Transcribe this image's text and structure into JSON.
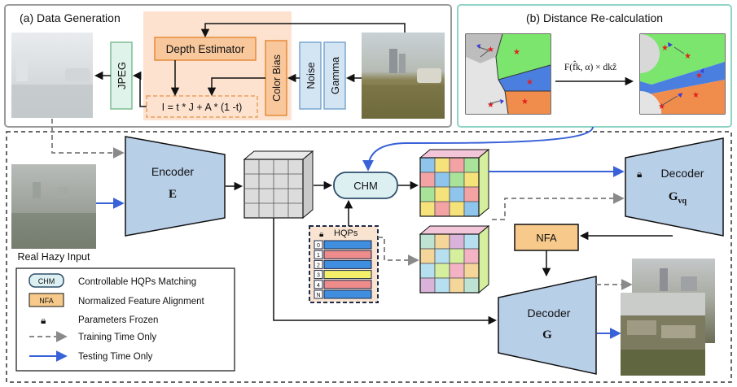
{
  "panels": {
    "data_generation": {
      "title": "(a) Data Generation"
    },
    "distance_recalc": {
      "title": "(b) Distance Re-calculation",
      "formula": "F(f̂k, α) × dkẑ"
    }
  },
  "data_generation": {
    "depth_estimator": "Depth Estimator",
    "color_bias": "Color Bias",
    "noise": "Noise",
    "gamma": "Gamma",
    "jpeg": "JPEG",
    "equation": "I = t * J + A * (1 -t)"
  },
  "pipeline": {
    "input_label": "Real Hazy Input",
    "encoder_title": "Encoder",
    "encoder_symbol": "E",
    "chm": "CHM",
    "hqps_title": "HQPs",
    "hqps_indices": [
      "0",
      "1",
      "2",
      "3",
      "4",
      "N"
    ],
    "nfa": "NFA",
    "decoder_vq_title": "Decoder",
    "decoder_vq_symbol": "G",
    "decoder_vq_subscript": "vq",
    "decoder_title": "Decoder",
    "decoder_symbol": "G"
  },
  "legend": {
    "chm_abbr": "CHM",
    "chm_text": "Controllable HQPs Matching",
    "nfa_abbr": "NFA",
    "nfa_text": "Normalized Feature Alignment",
    "frozen_text": "Parameters Frozen",
    "training_text": "Training Time Only",
    "testing_text": "Testing Time Only"
  },
  "colors": {
    "testing_arrow": "#3a62d8",
    "training_arrow": "#8a8a8a",
    "encoder_fill": "#b8cfe8",
    "chm_fill": "#dcf0f2",
    "chm_stroke": "#2f4e6b",
    "nfa_fill": "#f7c98a",
    "panel_b_border": "#8fd3c6",
    "panel_a_bg": "#fde3cf",
    "data_box_fill": "#f8c79c",
    "aug_box_fill": "#d3e4f3"
  }
}
